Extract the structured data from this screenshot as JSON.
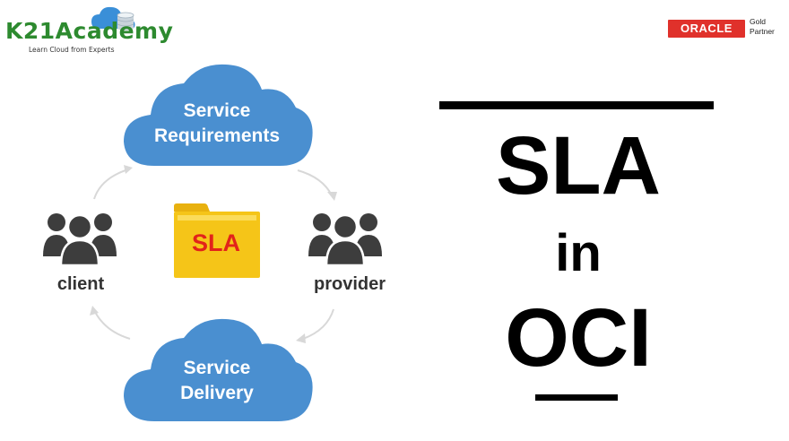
{
  "logo": {
    "name": "K21Academy",
    "tagline": "Learn Cloud from Experts",
    "icon": "cloud-database-icon"
  },
  "partner": {
    "brand": "ORACLE",
    "level": "Gold",
    "type": "Partner"
  },
  "diagram": {
    "top_cloud": {
      "line1": "Service",
      "line2": "Requirements"
    },
    "bottom_cloud": {
      "line1": "Service",
      "line2": "Delivery"
    },
    "left_party": "client",
    "right_party": "provider",
    "folder_label": "SLA",
    "colors": {
      "cloud": "#4a8fd0",
      "people": "#3d3d3d",
      "folder": "#f5c518",
      "folder_text": "#e2231a",
      "arrow": "#d8d8d8"
    }
  },
  "title": {
    "word1": "SLA",
    "word2": "in",
    "word3": "OCI"
  }
}
